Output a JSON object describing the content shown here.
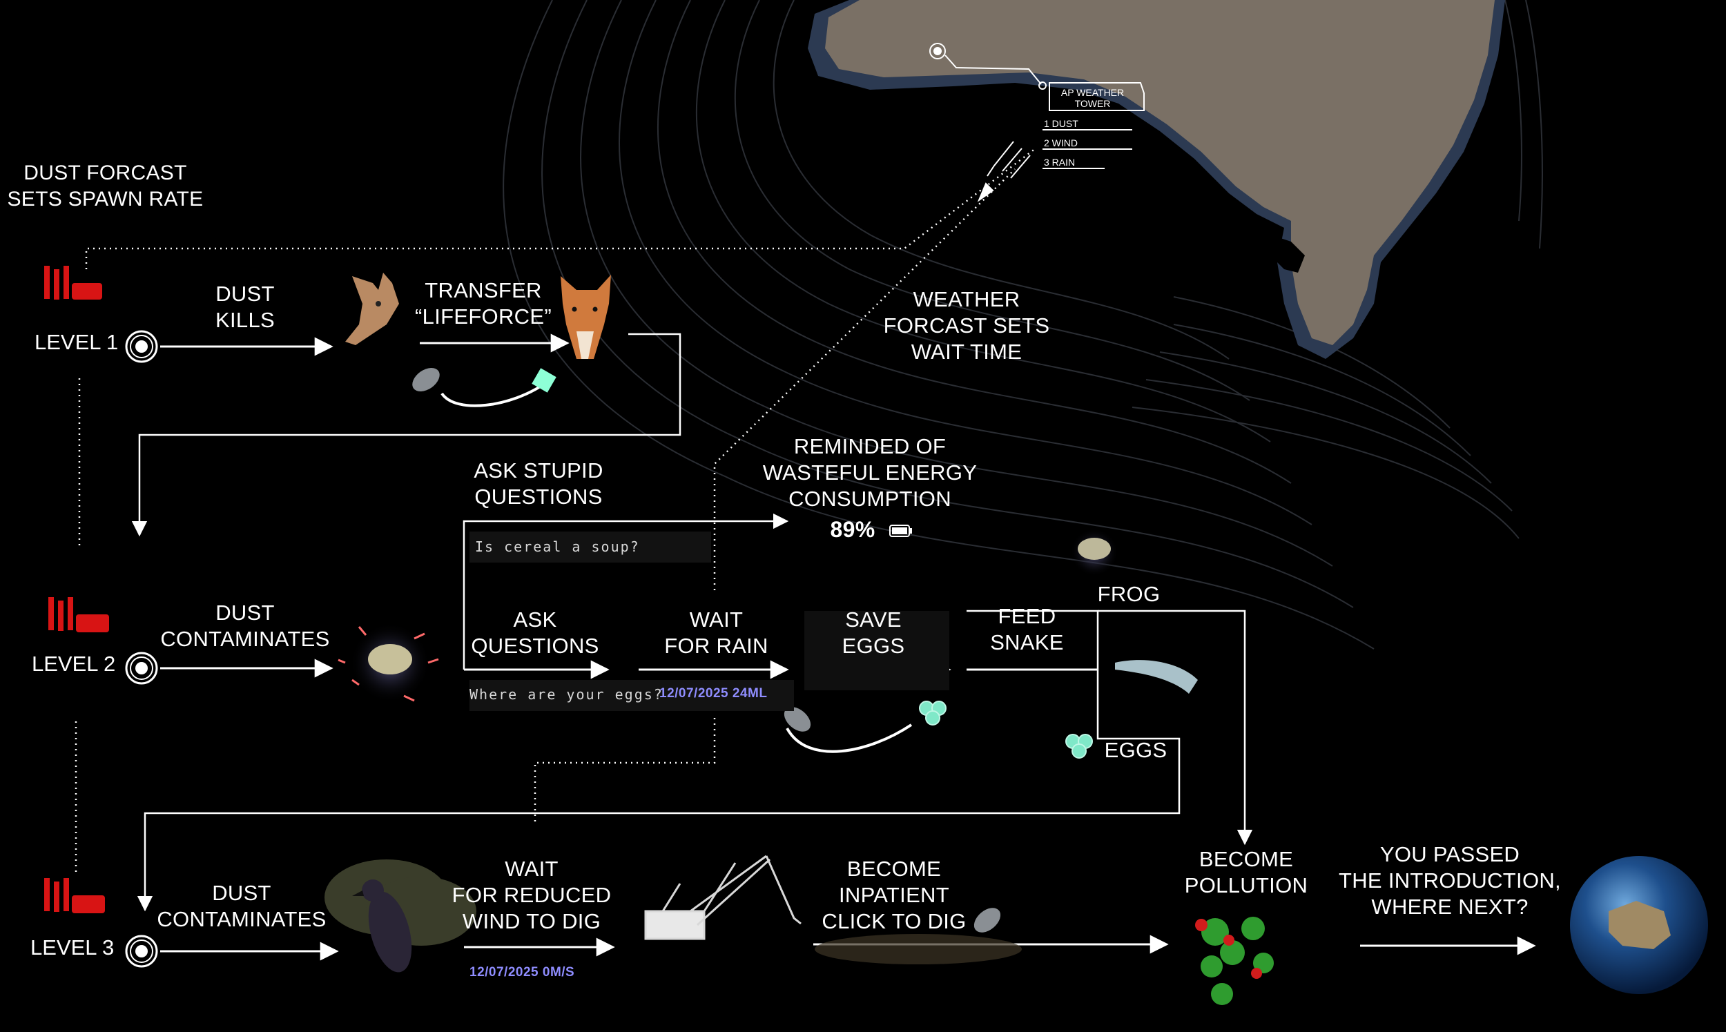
{
  "annotations": {
    "dust_forecast": "DUST FORCAST\nSETS SPAWN RATE",
    "weather_forecast": "WEATHER\nFORCAST SETS\nWAIT TIME"
  },
  "weather_tower": {
    "title": "AP WEATHER\nTOWER",
    "items": [
      "1  DUST",
      "2  WIND",
      "3  RAIN"
    ]
  },
  "levels": [
    {
      "label": "LEVEL 1",
      "steps": [
        "DUST\nKILLS",
        "TRANSFER\n“LIFEFORCE”"
      ]
    },
    {
      "label": "LEVEL 2",
      "steps": [
        "DUST\nCONTAMINATES",
        "ASK STUPID\nQUESTIONS",
        "ASK\nQUESTIONS",
        "WAIT\nFOR RAIN",
        "SAVE\nEGGS",
        "FEED\nSNAKE",
        "FROG",
        "EGGS"
      ]
    },
    {
      "label": "LEVEL 3",
      "steps": [
        "DUST\nCONTAMINATES",
        "WAIT\nFOR REDUCED\nWIND TO DIG",
        "BECOME\nINPATIENT\nCLICK TO DIG",
        "BECOME\nPOLLUTION",
        "YOU PASSED\nTHE INTRODUCTION,\nWHERE NEXT?"
      ]
    }
  ],
  "energy": {
    "text": "REMINDED OF\nWASTEFUL ENERGY\nCONSUMPTION",
    "percent": "89%"
  },
  "questions": {
    "stupid": "Is cereal a soup?",
    "eggs": "Where are your eggs?"
  },
  "readouts": {
    "rain": "12/07/2025  24ML",
    "wind": "12/07/2025  0M/S"
  },
  "icons": [
    "whoa-sign-icon",
    "target-icon",
    "kangaroo-icon",
    "dingo-icon",
    "mouse-icon",
    "drag-arc-icon",
    "frog-icon",
    "snake-icon",
    "egg-cluster-icon",
    "raven-icon",
    "dragline-excavator-icon",
    "pollution-cluster-icon",
    "earth-globe-icon",
    "battery-icon",
    "map-pin-icon"
  ],
  "colors": {
    "background": "#000000",
    "land": "#7a7065",
    "coast": "#2c3a52",
    "stat": "#8f8dff",
    "whoa": "#d81414",
    "eggs": "#7fe8c8",
    "pollution": "#2f9c2f"
  }
}
